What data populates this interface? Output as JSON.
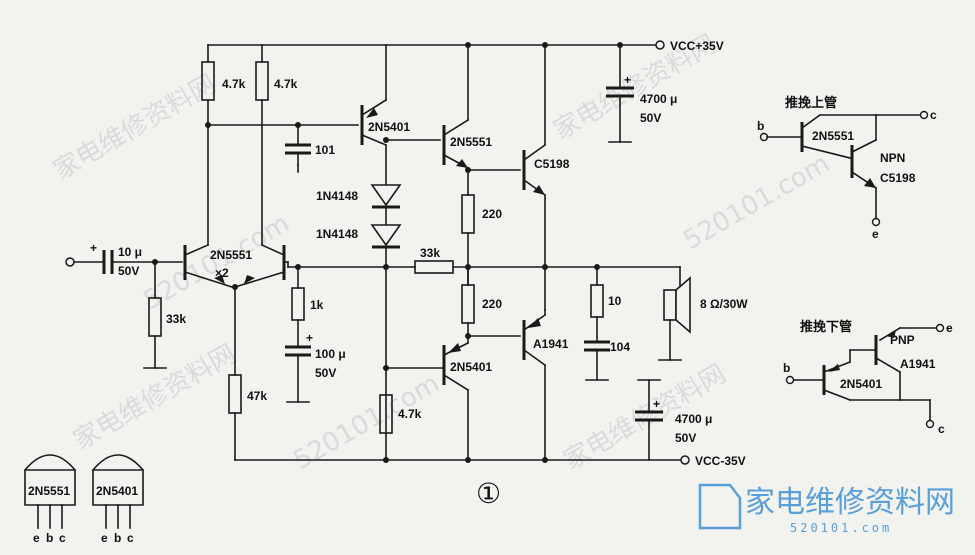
{
  "labels": {
    "vcc_pos": "VCC+35V",
    "vcc_neg": "VCC-35V",
    "r_top_left": "4.7k",
    "r_top_right": "4.7k",
    "q_2n5401_top": "2N5401",
    "cap_101": "101",
    "q_2n5551_driver": "2N5551",
    "q_c5198": "C5198",
    "diode1": "1N4148",
    "diode2": "1N4148",
    "r_220_top": "220",
    "r_33k_fb": "33k",
    "in_cap_val": "10 μ",
    "in_cap_v": "50V",
    "q_diff": "2N5551",
    "q_diff_x2": "×2",
    "r_33k_in": "33k",
    "r_1k": "1k",
    "cap_100_val": "100 μ",
    "cap_100_v": "50V",
    "r_47k": "47k",
    "r_220_bot": "220",
    "q_2n5401_bot": "2N5401",
    "q_a1941": "A1941",
    "r_47k_bot": "4.7k",
    "r_10": "10",
    "cap_104": "104",
    "cap_top_val": "4700 μ",
    "cap_top_v": "50V",
    "cap_bot_val": "4700 μ",
    "cap_bot_v": "50V",
    "speaker": "8 Ω/30W",
    "circled_one": "①"
  },
  "npn_box": {
    "title": "推挽上管",
    "b": "b",
    "c": "c",
    "e": "e",
    "q1": "2N5551",
    "type": "NPN",
    "q2": "C5198"
  },
  "pnp_box": {
    "title": "推挽下管",
    "b": "b",
    "c": "c",
    "e": "e",
    "type": "PNP",
    "q2": "A1941",
    "q1": "2N5401"
  },
  "packages": [
    {
      "name": "2N5551",
      "pins": [
        "e",
        "b",
        "c"
      ]
    },
    {
      "name": "2N5401",
      "pins": [
        "e",
        "b",
        "c"
      ]
    }
  ],
  "watermark": {
    "site_cn": "家电维修资料网",
    "site_num": "520101.com",
    "brand_cn": "家电维修资料网",
    "brand_url": "520101.com"
  }
}
